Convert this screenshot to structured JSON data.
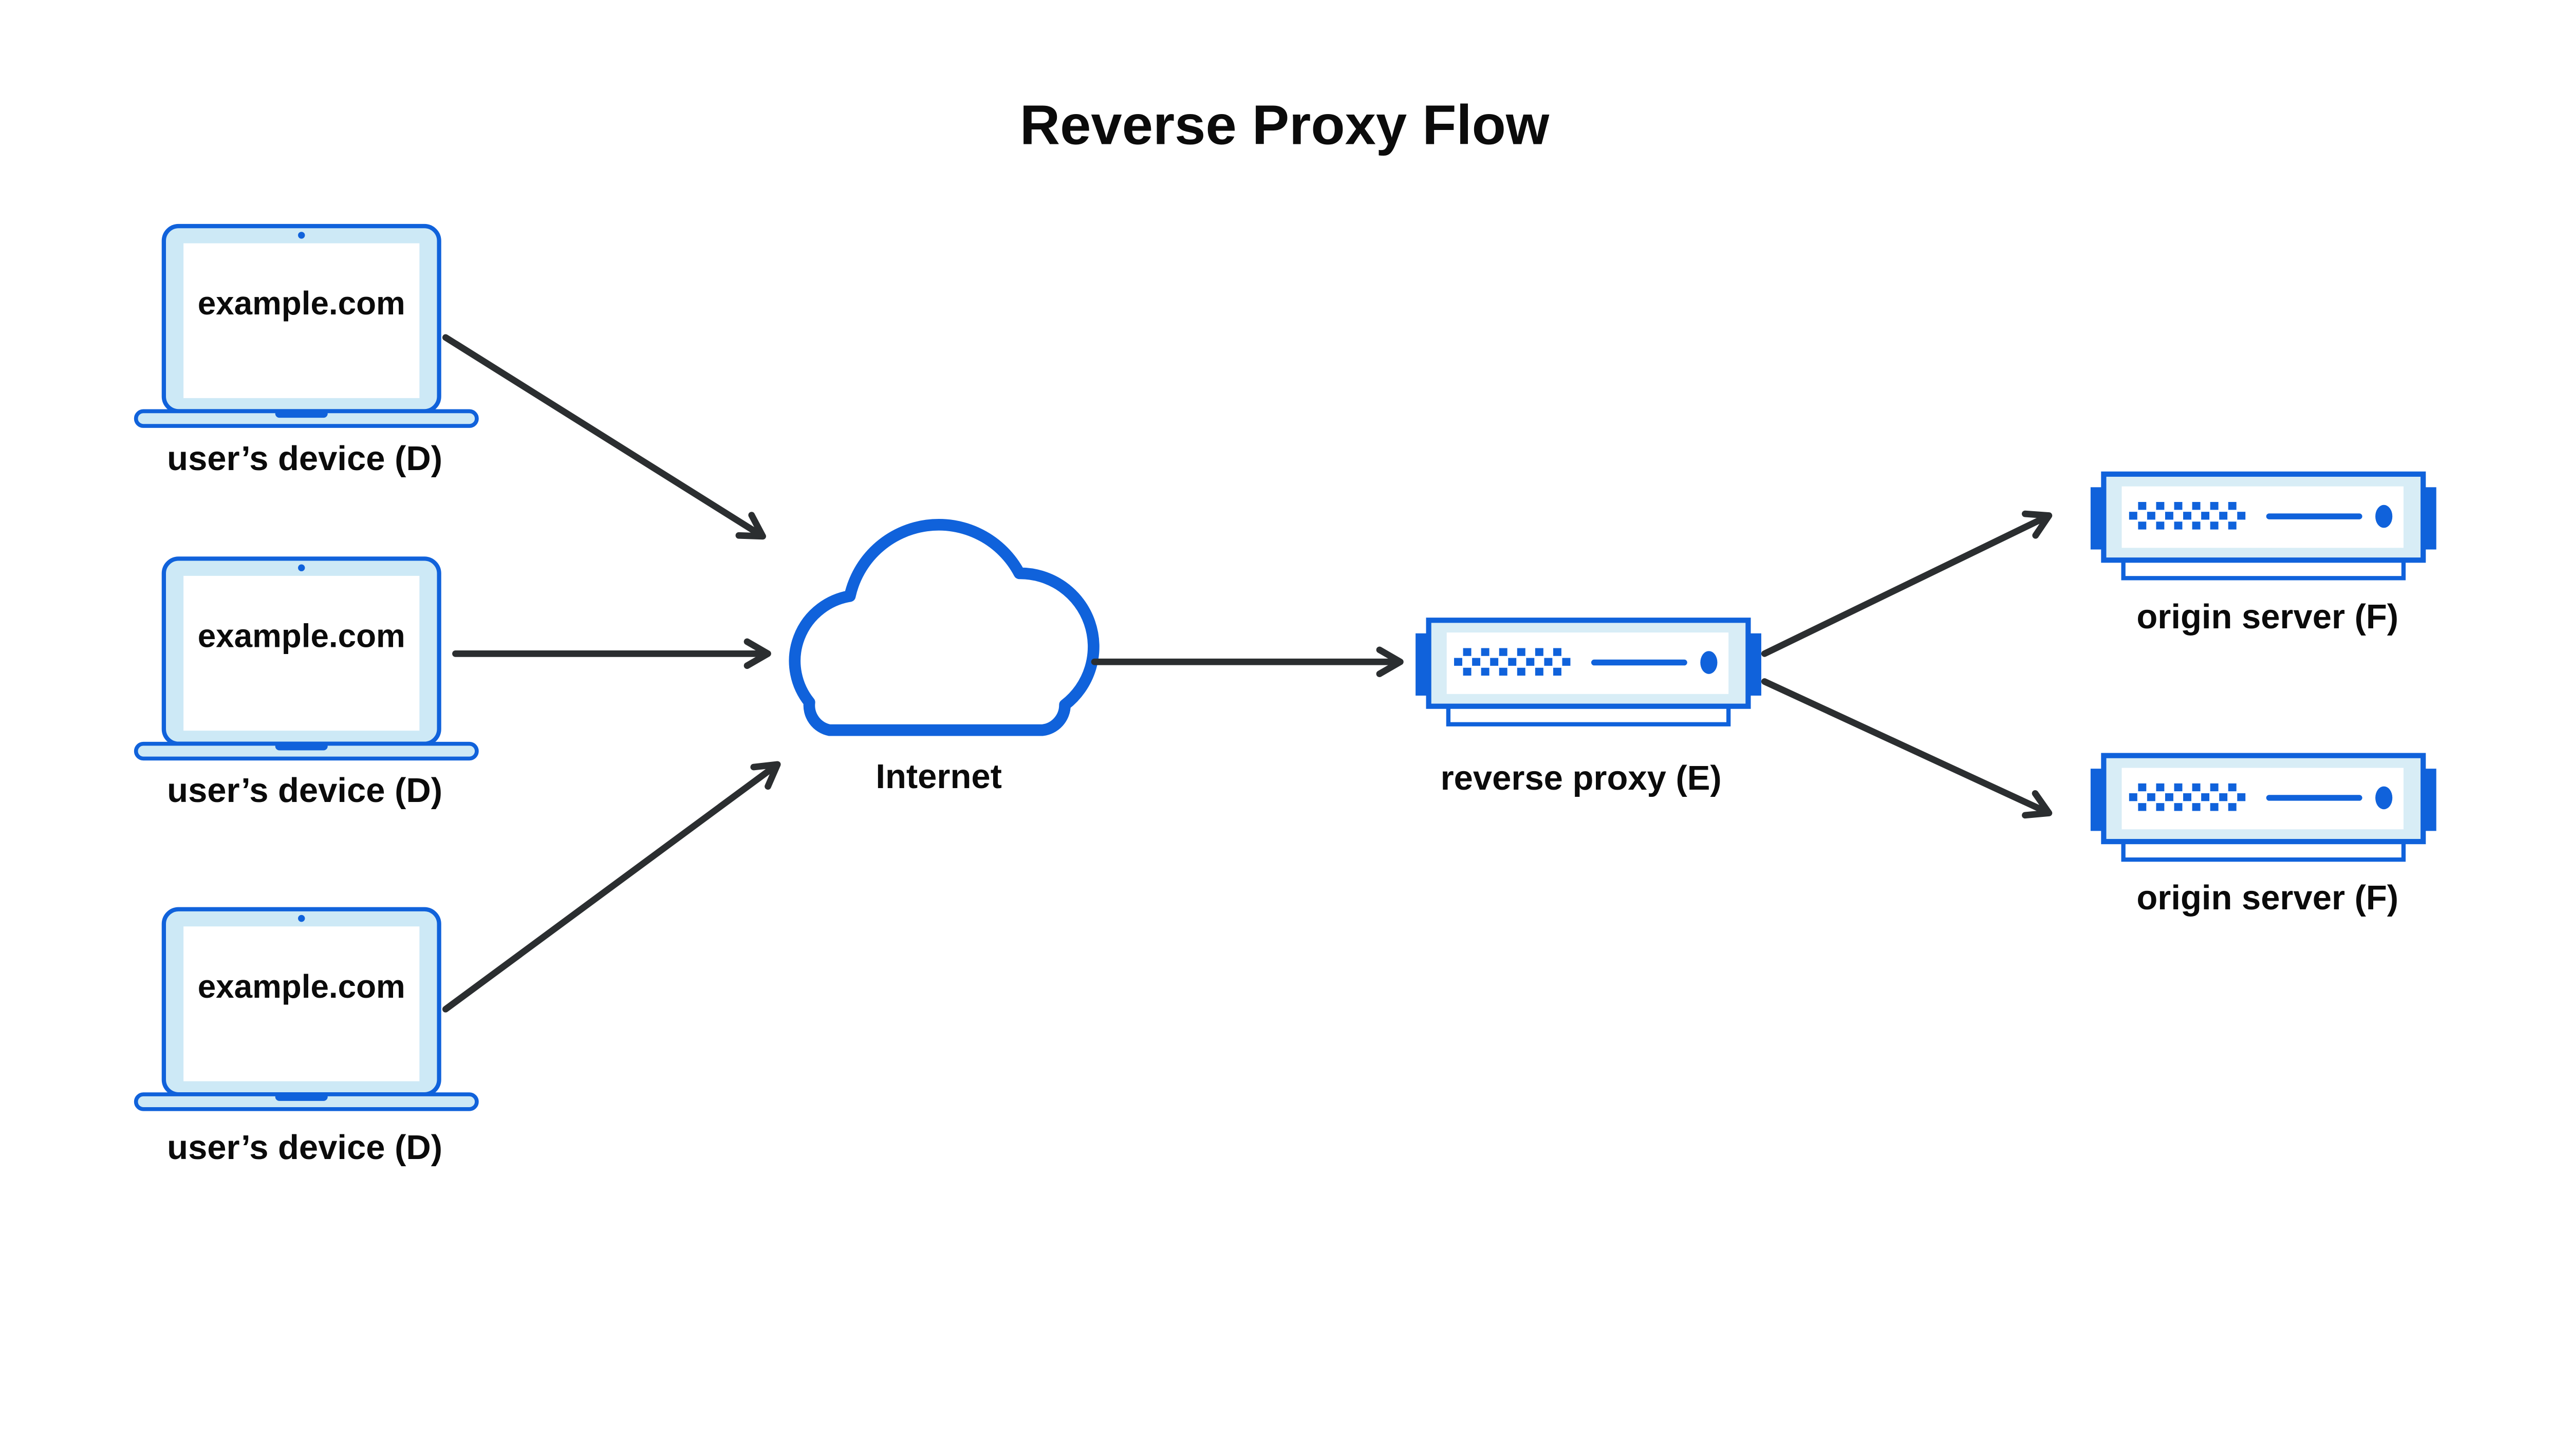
{
  "title": "Reverse Proxy Flow",
  "nodes": {
    "devices": [
      {
        "screen_text": "example.com",
        "label": "user’s device (D)"
      },
      {
        "screen_text": "example.com",
        "label": "user’s device (D)"
      },
      {
        "screen_text": "example.com",
        "label": "user’s device (D)"
      }
    ],
    "internet": {
      "label": "Internet"
    },
    "proxy": {
      "label": "reverse proxy (E)"
    },
    "origins": [
      {
        "label": "origin server (F)"
      },
      {
        "label": "origin server (F)"
      }
    ]
  },
  "flows": [
    {
      "from": "user-device-1",
      "to": "internet"
    },
    {
      "from": "user-device-2",
      "to": "internet"
    },
    {
      "from": "user-device-3",
      "to": "internet"
    },
    {
      "from": "internet",
      "to": "reverse-proxy"
    },
    {
      "from": "reverse-proxy",
      "to": "origin-server-1"
    },
    {
      "from": "reverse-proxy",
      "to": "origin-server-2"
    }
  ],
  "colors": {
    "primary_blue": "#1062DB",
    "laptop_fill": "#CDE9F6",
    "server_frame_fill": "#D8EDF6",
    "arrow": "#2B2E30",
    "text": "#0B0B0B",
    "background": "#FFFFFF"
  }
}
